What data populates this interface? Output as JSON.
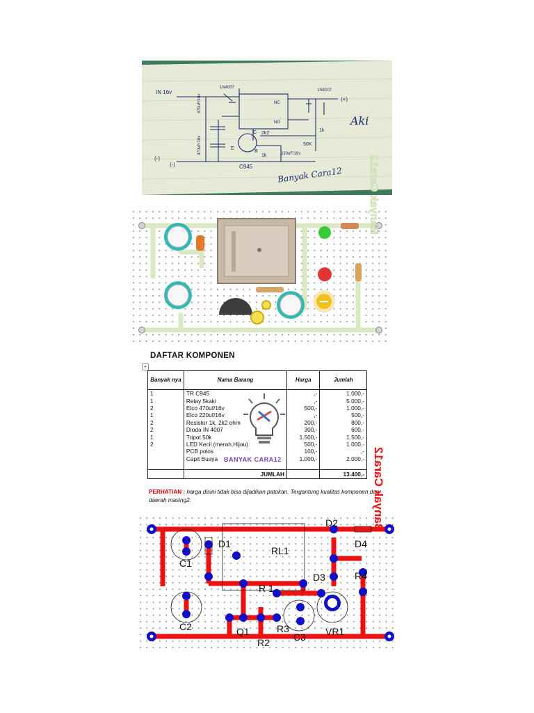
{
  "photo": {
    "label_in": "IN 16v",
    "label_minus_left": "(-)",
    "label_minus_bottom": "(-)",
    "label_plus": "(+)",
    "label_aki": "Aki",
    "label_c945": "C945",
    "label_1k_right": "1k",
    "label_1k_mid": "1k",
    "label_2k2": "2k2",
    "label_50k": "50K",
    "label_220uf": "220uF/16v",
    "label_470uf_top": "470uF/16v",
    "label_470uf_bottom": "470uF/16v",
    "label_1n4007_a": "1N4007",
    "label_1n4007_b": "1N4007",
    "label_nc": "NC",
    "label_no": "NO",
    "label_c": "C",
    "label_b": "B",
    "label_e": "E",
    "signature": "Banyak Cara12"
  },
  "board1": {
    "mirror_text": "Banyak Cara12"
  },
  "table": {
    "title": "DAFTAR KOMPONEN",
    "headers": [
      "Banyak nya",
      "Nama Barang",
      "Harga",
      "Jumlah"
    ],
    "rows": [
      [
        "1",
        "TR C945",
        ",-",
        "1.000,-"
      ],
      [
        "1",
        "Relay 5kaki",
        ",-",
        "5.000,-"
      ],
      [
        "2",
        "Elco 470uf/16v",
        "500,-",
        "1.000,-"
      ],
      [
        "1",
        "Elco 220uf/16v",
        ",-",
        "500,-"
      ],
      [
        "2",
        "Resistor 1k, 2k2 ohm",
        "200,-",
        "800,-"
      ],
      [
        "2",
        "Dioda IN 4007",
        "300,-",
        "600,-"
      ],
      [
        "1",
        "Tripot 50k",
        "1.500,-",
        "1.500,-"
      ],
      [
        "2",
        "LED Kecil (merah,Hijau)",
        "500,-",
        "1.000,-"
      ],
      [
        "",
        "PCB polos",
        "100,-",
        ",-"
      ],
      [
        "",
        "Capit Buaya",
        "1.000,-",
        "2.000,-"
      ],
      [
        "",
        "",
        "",
        ""
      ]
    ],
    "total_label": "JUMLAH",
    "total_value": "13.400,-",
    "brand": "BANYAK CARA12",
    "note_label": "PERHATIAN :",
    "note_text": "harga disini tidak bisa dijadikan patokan. Tergantung kualitas komponen dan daerah masing2."
  },
  "board2": {
    "labels": {
      "d2": "D2",
      "d1": "D1",
      "rl1": "RL1",
      "d4": "D4",
      "c1": "C1",
      "d3": "D3",
      "r4": "R4",
      "r1": "R 1",
      "c2": "C2",
      "q1": "Q1",
      "r3": "R3",
      "c3": "C3",
      "vr1": "VR1",
      "r2": "R2"
    },
    "mirror_text": "Banyak Cara12"
  },
  "colors": {
    "photo_bg": "#3f7a5a",
    "paper": "#e8ecd9",
    "trace_green": "#dbe8c4",
    "capacitor_teal": "#32b9b4",
    "copper_red": "#ee1111",
    "pad_blue": "#1010c8",
    "note_red": "#dd0000"
  }
}
